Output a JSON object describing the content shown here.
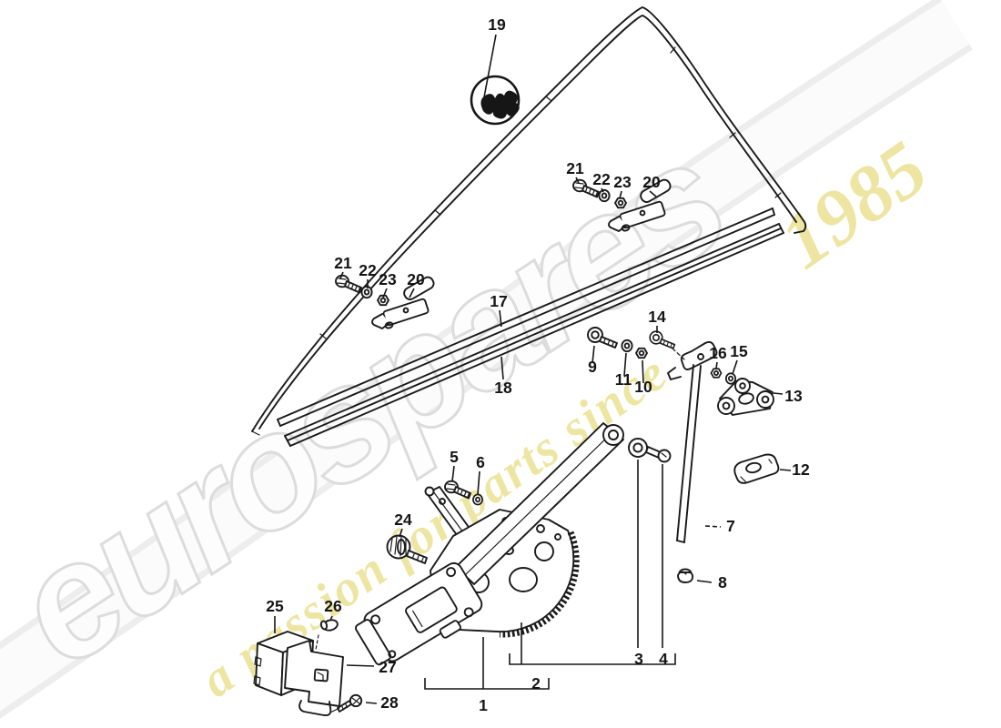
{
  "diagram": {
    "kind": "exploded-parts-diagram",
    "callouts": {
      "1": "1",
      "2": "2",
      "3": "3",
      "4": "4",
      "5": "5",
      "6": "6",
      "7": "7",
      "8": "8",
      "9": "9",
      "10": "10",
      "11": "11",
      "12": "12",
      "13": "13",
      "14": "14",
      "15": "15",
      "16": "16",
      "17": "17",
      "18": "18",
      "19": "19",
      "20": "20",
      "21": "21",
      "22": "22",
      "23": "23",
      "24": "24",
      "25": "25",
      "26": "26",
      "27": "27",
      "28": "28"
    },
    "icons": {
      "seal_profile": "seal-cross-section-glyph"
    }
  },
  "watermark": {
    "brand": "eurospares",
    "tagline": "a passion for parts since",
    "year": "1985"
  },
  "colors": {
    "ink": "#1a1a1a",
    "background": "#ffffff",
    "watermark_outline": "#dcdcdc",
    "watermark_yellow": "#e9df8a"
  }
}
